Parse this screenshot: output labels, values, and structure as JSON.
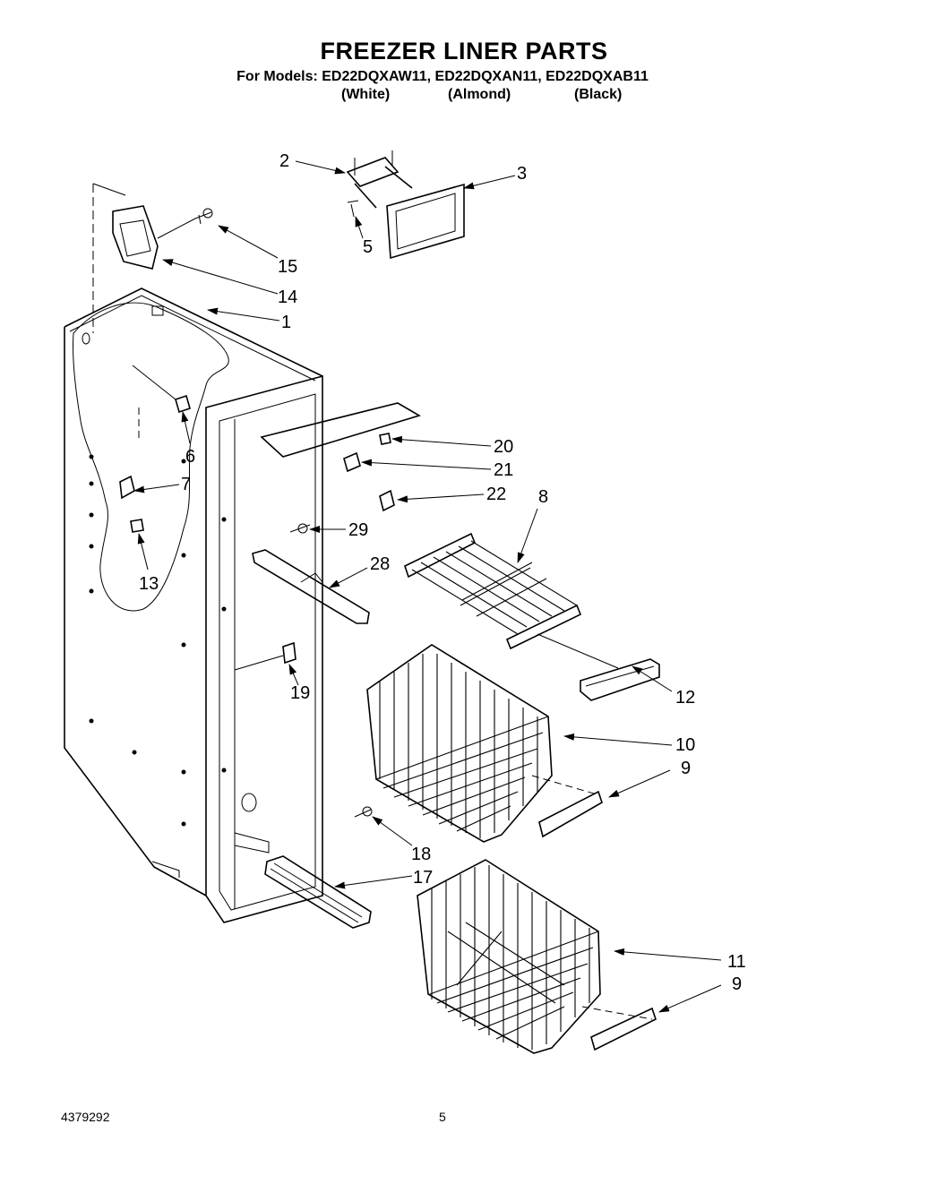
{
  "header": {
    "title": "FREEZER LINER PARTS",
    "models_line": "For Models: ED22DQXAW11, ED22DQXAN11, ED22DQXAB11",
    "colors": [
      "(White)",
      "(Almond)",
      "(Black)"
    ]
  },
  "callouts": {
    "c1": "1",
    "c2": "2",
    "c3": "3",
    "c5": "5",
    "c6": "6",
    "c7": "7",
    "c8": "8",
    "c9a": "9",
    "c9b": "9",
    "c10": "10",
    "c11": "11",
    "c12": "12",
    "c13": "13",
    "c14": "14",
    "c15": "15",
    "c17": "17",
    "c18": "18",
    "c19": "19",
    "c20": "20",
    "c21": "21",
    "c22": "22",
    "c28": "28",
    "c29": "29"
  },
  "footer": {
    "doc_number": "4379292",
    "page_number": "5"
  }
}
